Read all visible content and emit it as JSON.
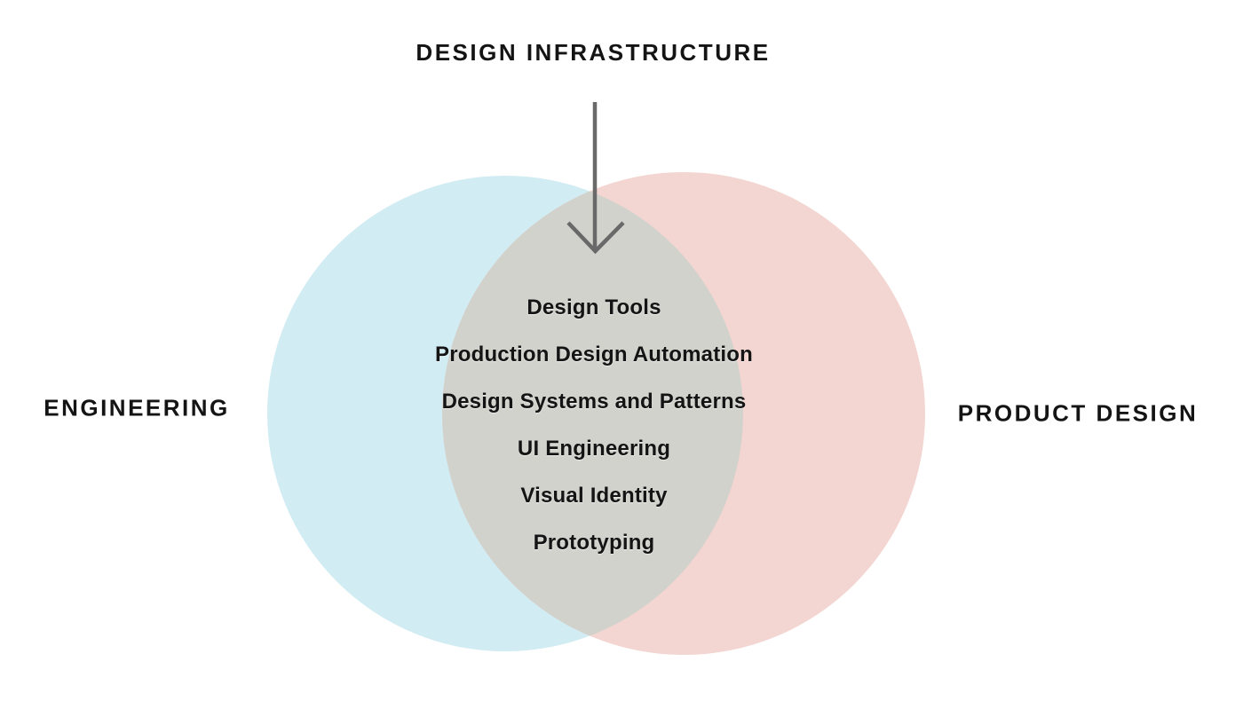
{
  "title": "DESIGN INFRASTRUCTURE",
  "venn": {
    "left_label": "ENGINEERING",
    "right_label": "PRODUCT DESIGN",
    "intersection_items": [
      "Design Tools",
      "Production Design Automation",
      "Design Systems and Patterns",
      "UI Engineering",
      "Visual Identity",
      "Prototyping"
    ]
  },
  "colors": {
    "left_circle": "#d1ecf3",
    "right_circle": "#f3d5d1",
    "intersection": "#d2d2cd",
    "arrow": "#696969",
    "text": "#141414",
    "background": "#ffffff"
  }
}
